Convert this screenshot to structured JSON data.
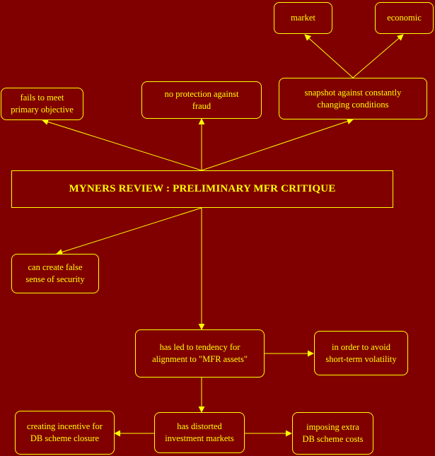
{
  "colors": {
    "background": "#800000",
    "foreground": "#ffff00"
  },
  "nodes": {
    "main": "MYNERS REVIEW : PRELIMINARY MFR CRITIQUE",
    "market": "market",
    "economic": "economic",
    "fails": "fails to meet\nprimary objective",
    "fraud": "no protection against\nfraud",
    "snapshot": "snapshot against constantly\nchanging conditions",
    "false_security": "can create false\nsense of security",
    "alignment": "has led to tendency for\nalignment to \"MFR assets\"",
    "volatility": "in order to avoid\nshort-term volatility",
    "distorted": "has distorted\ninvestment markets",
    "closure": "creating incentive for\nDB scheme closure",
    "costs": "imposing extra\nDB scheme costs"
  }
}
